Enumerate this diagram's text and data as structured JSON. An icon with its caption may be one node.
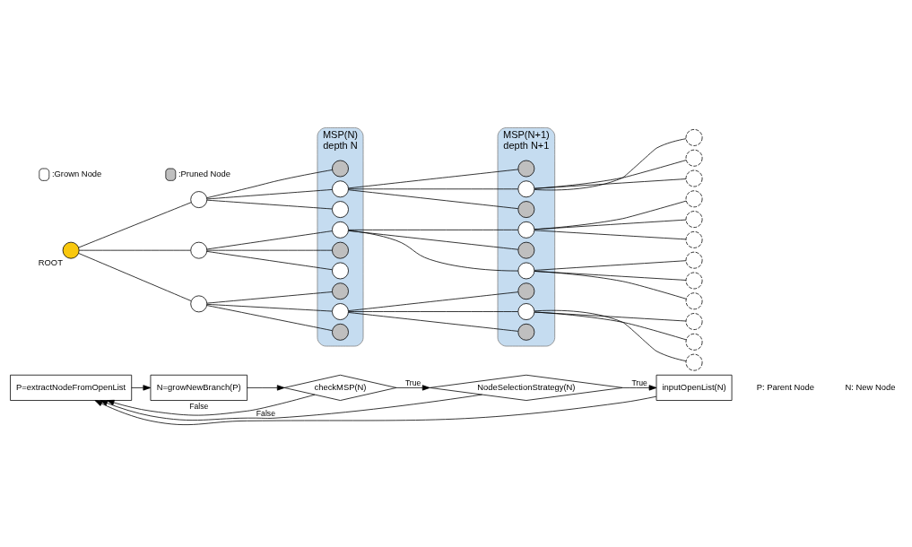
{
  "diagram": {
    "nodes": [
      {
        "text": [
          "P=extractNodeFromOpenList"
        ]
      },
      {
        "text": [
          "N=growNewBranch(P)"
        ]
      },
      {
        "text": [
          "checkMSP(N)"
        ]
      },
      {
        "text": [
          "NodeSelectionStrategy(N)"
        ]
      },
      {
        "text": [
          "inputOpenList(N)"
        ]
      },
      {
        "text": [],
        "shape": "circle",
        "beside": [
          "ROOT"
        ]
      },
      {
        "text": [],
        "shape": "circle"
      },
      {
        "text": [],
        "shape": "circle"
      },
      {
        "text": [],
        "shape": "circle"
      },
      {
        "text": [
          "MSP(N)",
          "depth N"
        ]
      },
      {
        "text": [],
        "shape": "circle",
        "in": 9
      },
      {
        "text": [],
        "shape": "circle",
        "in": 9
      },
      {
        "text": [],
        "shape": "circle",
        "in": 9
      },
      {
        "text": [],
        "shape": "circle",
        "in": 9
      },
      {
        "text": [],
        "shape": "circle",
        "in": 9
      },
      {
        "text": [],
        "shape": "circle",
        "in": 9
      },
      {
        "text": [],
        "shape": "circle",
        "in": 9
      },
      {
        "text": [],
        "shape": "circle",
        "in": 9
      },
      {
        "text": [],
        "shape": "circle",
        "in": 9
      },
      {
        "text": [
          "MSP(N+1)",
          "depth N+1"
        ]
      },
      {
        "text": [],
        "shape": "circle",
        "in": 19
      },
      {
        "text": [],
        "shape": "circle",
        "in": 19
      },
      {
        "text": [],
        "shape": "circle",
        "in": 19
      },
      {
        "text": [],
        "shape": "circle",
        "in": 19
      },
      {
        "text": [],
        "shape": "circle",
        "in": 19
      },
      {
        "text": [],
        "shape": "circle",
        "in": 19
      },
      {
        "text": [],
        "shape": "circle",
        "in": 19
      },
      {
        "text": [],
        "shape": "circle",
        "in": 19
      },
      {
        "text": [],
        "shape": "circle",
        "in": 19
      },
      {
        "text": [],
        "shape": "circle"
      },
      {
        "text": [],
        "shape": "circle"
      },
      {
        "text": [],
        "shape": "circle"
      },
      {
        "text": [],
        "shape": "circle"
      },
      {
        "text": [],
        "shape": "circle"
      },
      {
        "text": [],
        "shape": "circle"
      },
      {
        "text": [],
        "shape": "circle"
      },
      {
        "text": [],
        "shape": "circle"
      },
      {
        "text": [],
        "shape": "circle"
      },
      {
        "text": [],
        "shape": "circle"
      },
      {
        "text": [],
        "shape": "circle"
      },
      {
        "text": [],
        "shape": "circle"
      }
    ],
    "edges": [
      {
        "from": 0,
        "to": 1,
        "arrow": "to"
      },
      {
        "from": 1,
        "to": 2,
        "arrow": "to"
      },
      {
        "from": 2,
        "to": 3,
        "arrow": "to",
        "label": "True"
      },
      {
        "from": 2,
        "to": 0,
        "arrow": "to",
        "label": "False"
      },
      {
        "from": 3,
        "to": 4,
        "arrow": "to",
        "label": "True"
      },
      {
        "from": 3,
        "to": 0,
        "arrow": "to",
        "label": "False"
      },
      {
        "from": 4,
        "to": 0,
        "arrow": "to"
      },
      {
        "from": 5,
        "to": 6,
        "arrow": "none"
      },
      {
        "from": 5,
        "to": 7,
        "arrow": "none"
      },
      {
        "from": 5,
        "to": 8,
        "arrow": "none"
      },
      {
        "from": 6,
        "to": 10,
        "arrow": "none"
      },
      {
        "from": 6,
        "to": 11,
        "arrow": "none"
      },
      {
        "from": 6,
        "to": 12,
        "arrow": "none"
      },
      {
        "from": 7,
        "to": 13,
        "arrow": "none"
      },
      {
        "from": 7,
        "to": 14,
        "arrow": "none"
      },
      {
        "from": 7,
        "to": 15,
        "arrow": "none"
      },
      {
        "from": 8,
        "to": 16,
        "arrow": "none"
      },
      {
        "from": 8,
        "to": 17,
        "arrow": "none"
      },
      {
        "from": 8,
        "to": 18,
        "arrow": "none"
      },
      {
        "from": 11,
        "to": 20,
        "arrow": "none"
      },
      {
        "from": 11,
        "to": 21,
        "arrow": "none"
      },
      {
        "from": 11,
        "to": 22,
        "arrow": "none"
      },
      {
        "from": 13,
        "to": 23,
        "arrow": "none"
      },
      {
        "from": 13,
        "to": 24,
        "arrow": "none"
      },
      {
        "from": 13,
        "to": 25,
        "arrow": "none"
      },
      {
        "from": 17,
        "to": 26,
        "arrow": "none"
      },
      {
        "from": 17,
        "to": 27,
        "arrow": "none"
      },
      {
        "from": 17,
        "to": 28,
        "arrow": "none"
      },
      {
        "from": 21,
        "to": 29,
        "arrow": "none"
      },
      {
        "from": 21,
        "to": 30,
        "arrow": "none"
      },
      {
        "from": 21,
        "to": 31,
        "arrow": "none"
      },
      {
        "from": 23,
        "to": 32,
        "arrow": "none"
      },
      {
        "from": 23,
        "to": 33,
        "arrow": "none"
      },
      {
        "from": 23,
        "to": 34,
        "arrow": "none"
      },
      {
        "from": 25,
        "to": 35,
        "arrow": "none"
      },
      {
        "from": 25,
        "to": 36,
        "arrow": "none"
      },
      {
        "from": 25,
        "to": 37,
        "arrow": "none"
      },
      {
        "from": 27,
        "to": 38,
        "arrow": "none"
      },
      {
        "from": 27,
        "to": 39,
        "arrow": "none"
      },
      {
        "from": 27,
        "to": 40,
        "arrow": "none"
      }
    ],
    "labels": [
      "P: Parent Node",
      "N: New Node"
    ],
    "legend": [
      {
        "text": ":Grown Node",
        "color": "#ffffff"
      },
      {
        "text": ":Pruned Node",
        "color": "#bfbfbf"
      }
    ]
  }
}
